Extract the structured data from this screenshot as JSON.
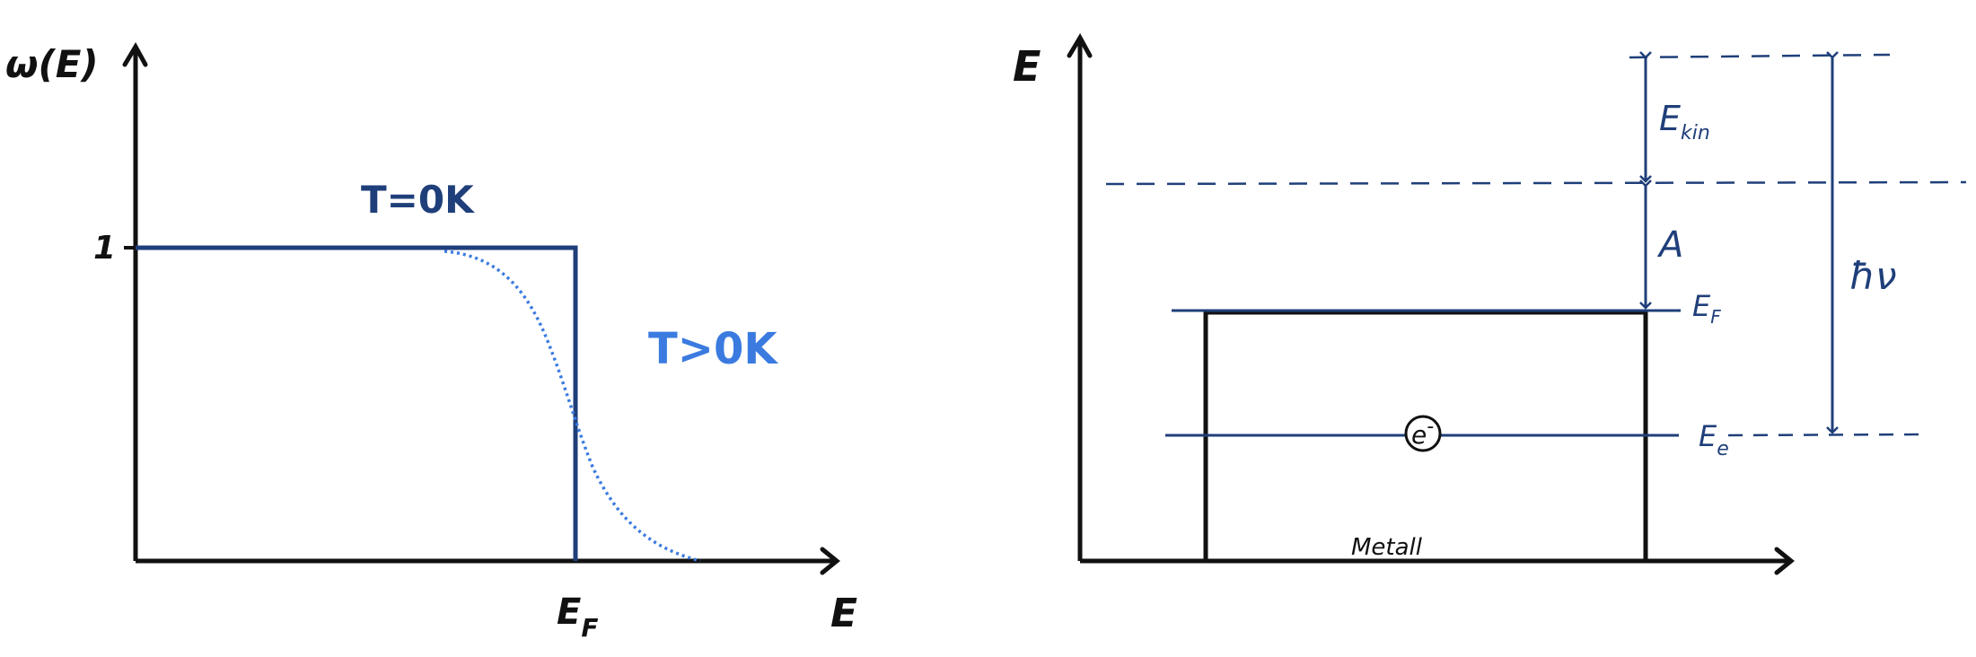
{
  "colors": {
    "ink": "#111111",
    "dark_blue": "#1f3f7a",
    "light_blue": "#3b7be0"
  },
  "left_diagram": {
    "y_axis_label": "ω(E)",
    "x_axis_label": "E",
    "y_tick_label": "1",
    "x_tick_label": "E",
    "x_tick_subscript": "F",
    "curve_t0_label": "T=0K",
    "curve_tpos_label": "T>0K"
  },
  "right_diagram": {
    "y_axis_label": "E",
    "metal_label": "Metall",
    "ekin_label": "E",
    "ekin_subscript": "kin",
    "work_function_label": "A",
    "photon_energy_label": "ħν",
    "fermi_label": "E",
    "fermi_subscript": "F",
    "electron_level_label": "E",
    "electron_level_subscript": "e",
    "electron_symbol": "e",
    "electron_charge": "-"
  }
}
